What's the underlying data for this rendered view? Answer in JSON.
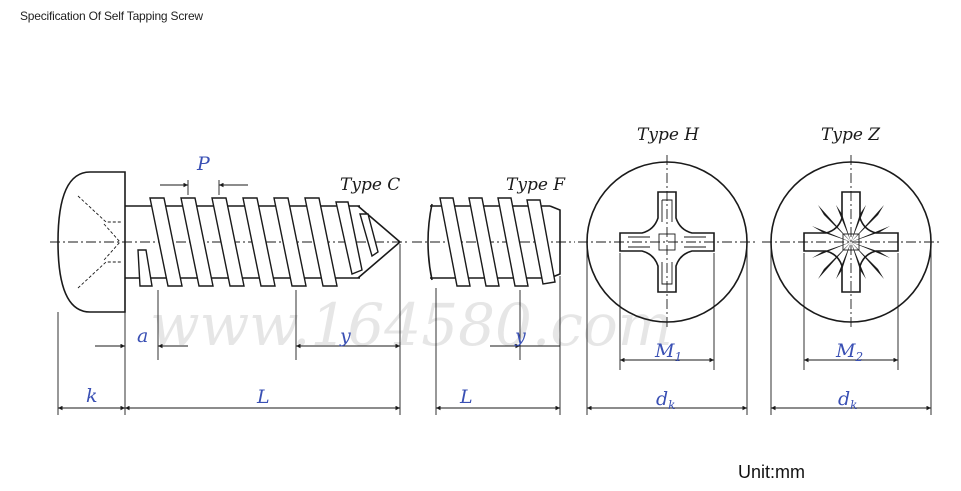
{
  "heading": "Specification Of Self Tapping Screw",
  "unit_note": "Unit:mm",
  "watermark": "www.164580.com",
  "views": {
    "type_c": "Type C",
    "type_f": "Type F",
    "type_h": "Type H",
    "type_z": "Type Z"
  },
  "dimensions": {
    "pitch": "P",
    "a": "a",
    "k": "k",
    "length_c": "L",
    "length_f": "L",
    "y_c": "y",
    "y_f": "y",
    "m1_main": "M",
    "m1_sub": "1",
    "m2_main": "M",
    "m2_sub": "2",
    "dk_h_main": "d",
    "dk_h_sub": "k",
    "dk_z_main": "d",
    "dk_z_sub": "k"
  }
}
